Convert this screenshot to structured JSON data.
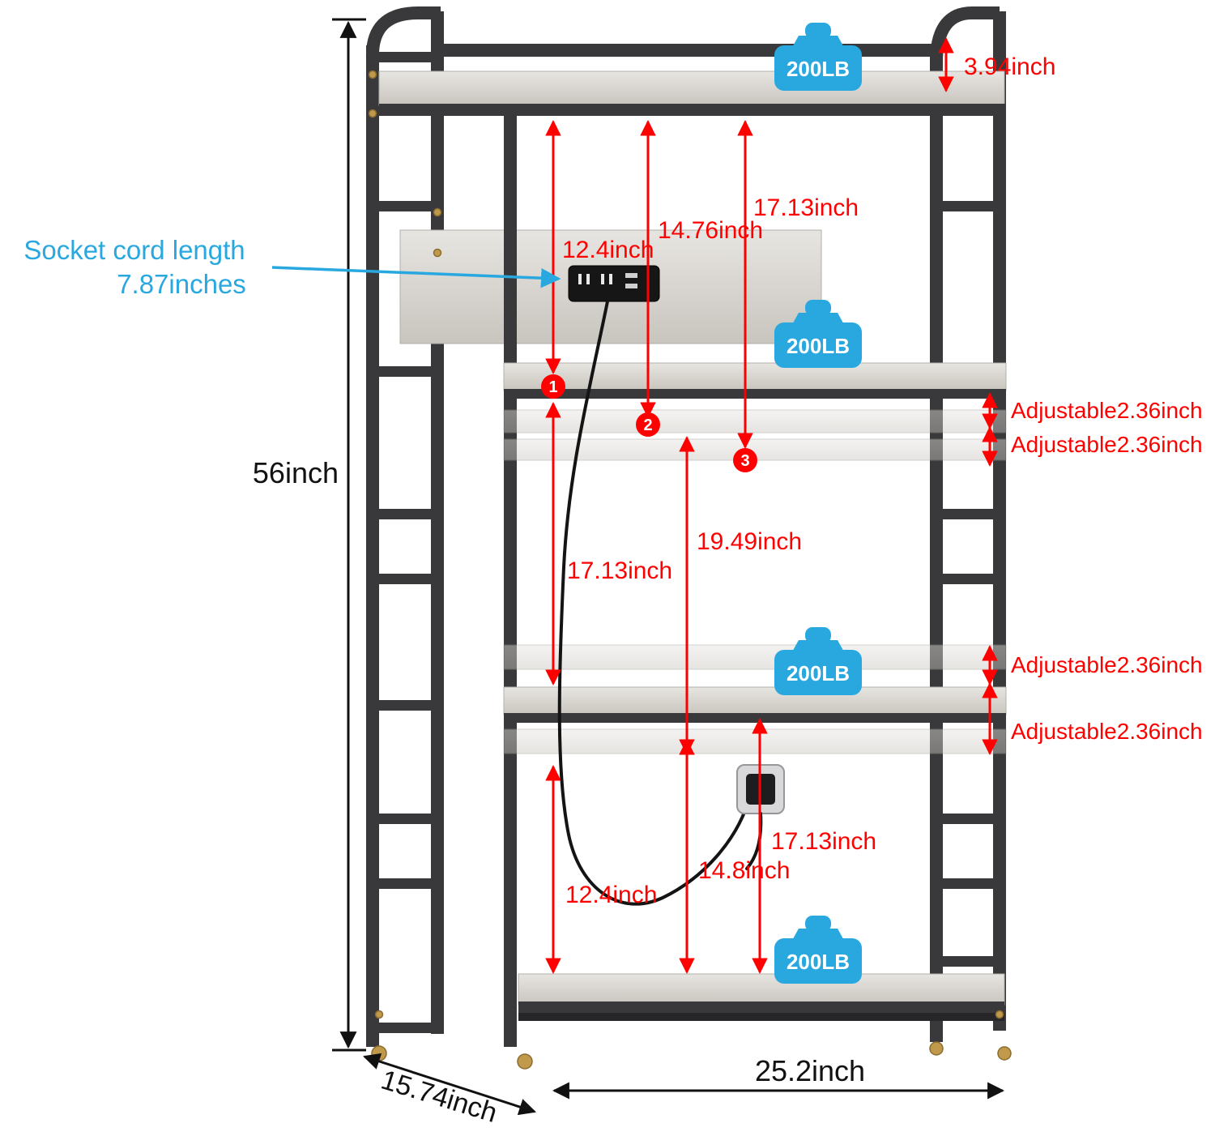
{
  "colors": {
    "annotation_red": "#ff0000",
    "label_blue": "#29a8e0",
    "frame_dark": "#39393b",
    "shelf_wood": "#d8d5d0",
    "foot_gold": "#c09a4a"
  },
  "socket_label": {
    "line1": "Socket cord length",
    "line2": "7.87inches"
  },
  "dimensions": {
    "overall_height": "56inch",
    "width": "25.2inch",
    "depth": "15.74inch",
    "top_gap": "3.94inch",
    "tier1": [
      "12.4inch",
      "14.76inch",
      "17.13inch"
    ],
    "tier1_markers": [
      "1",
      "2",
      "3"
    ],
    "mid_left": "17.13inch",
    "mid_right": "19.49inch",
    "bottom": [
      "12.4inch",
      "14.8inch",
      "17.13inch"
    ],
    "adjustable": [
      "Adjustable2.36inch",
      "Adjustable2.36inch",
      "Adjustable2.36inch",
      "Adjustable2.36inch"
    ]
  },
  "load_badges": [
    "200LB",
    "200LB",
    "200LB",
    "200LB"
  ]
}
